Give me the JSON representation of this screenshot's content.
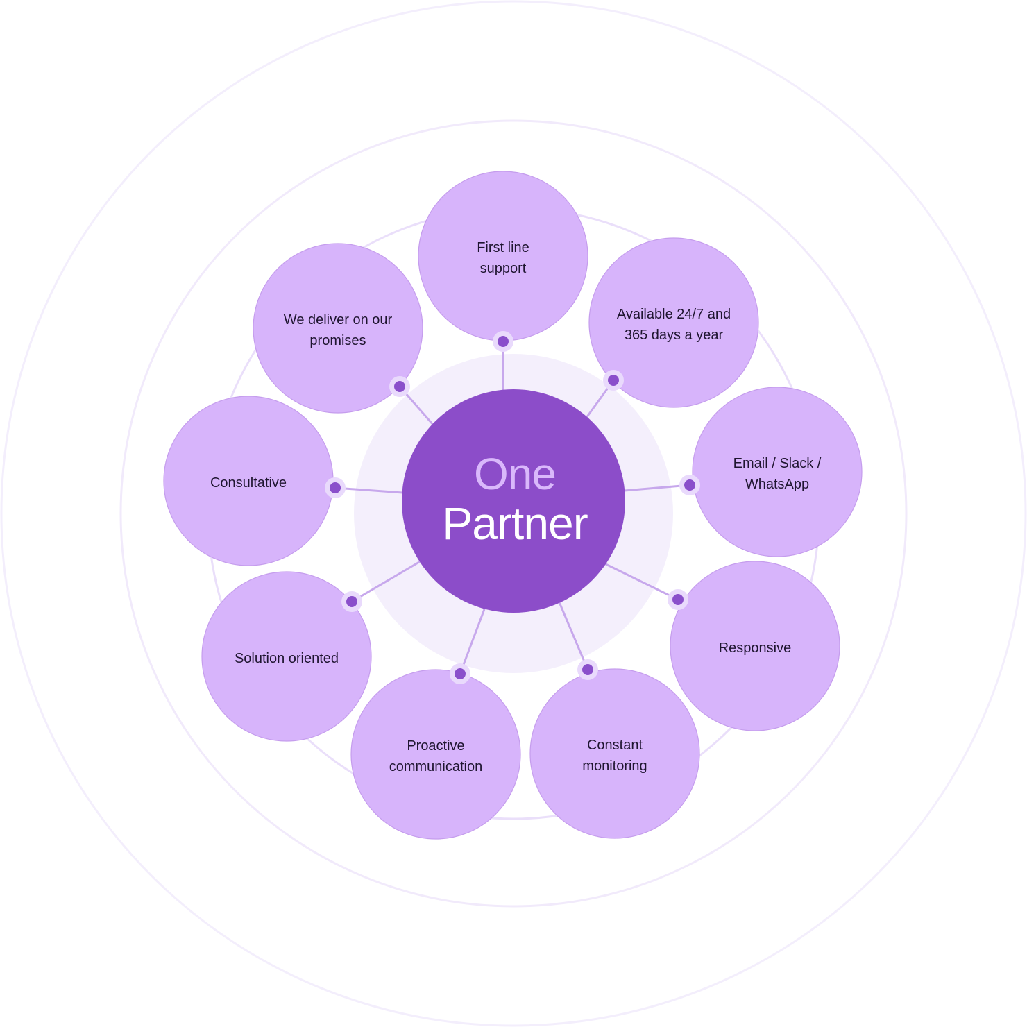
{
  "hub": {
    "line1": "One",
    "line2": "Partner"
  },
  "nodes": [
    {
      "label": "First line\nsupport"
    },
    {
      "label": "Available 24/7 and\n365 days a year"
    },
    {
      "label": "Email / Slack /\nWhatsApp"
    },
    {
      "label": "Responsive"
    },
    {
      "label": "Constant\nmonitoring"
    },
    {
      "label": "Proactive\ncommunication"
    },
    {
      "label": "Solution oriented"
    },
    {
      "label": "Consultative"
    },
    {
      "label": "We deliver on our\npromises"
    }
  ],
  "colors": {
    "hub": "#8c4dc9",
    "hub_text_top": "#d9b8fb",
    "hub_text_bottom": "#ffffff",
    "node_fill": "#d7b4fb",
    "dot": "#8a4fcb",
    "connector": "#c7a8ec",
    "rings": "#f1eafb"
  }
}
